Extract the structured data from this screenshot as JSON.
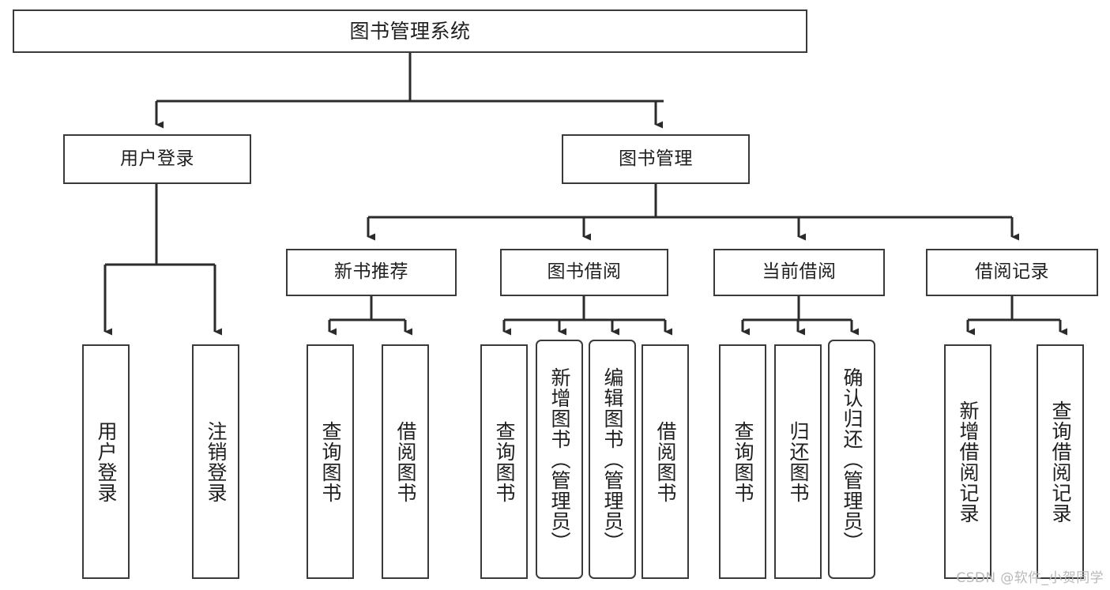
{
  "diagram": {
    "type": "tree",
    "title_node": "图书管理系统",
    "watermark": "CSDN @软件_小贺同学",
    "colors": {
      "box_border": "#3a3a3a",
      "box_fill": "#ffffff",
      "connector": "#2b2b2b",
      "text": "#1f1f1f",
      "watermark": "#b9b9b9",
      "background": "#ffffff"
    },
    "nodes": {
      "root": {
        "label": "图书管理系统"
      },
      "level1": [
        {
          "label": "用户登录"
        },
        {
          "label": "图书管理"
        }
      ],
      "level2": [
        {
          "label": "新书推荐"
        },
        {
          "label": "图书借阅"
        },
        {
          "label": "当前借阅"
        },
        {
          "label": "借阅记录"
        }
      ],
      "leaves": {
        "user_login": [
          {
            "label": "用户登录"
          },
          {
            "label": "注销登录"
          }
        ],
        "new_book_recommend": [
          {
            "label": "查询图书"
          },
          {
            "label": "借阅图书"
          }
        ],
        "book_borrow": [
          {
            "label": "查询图书"
          },
          {
            "label": "新增图书（管理员）"
          },
          {
            "label": "编辑图书（管理员）"
          },
          {
            "label": "借阅图书"
          }
        ],
        "current_borrow": [
          {
            "label": "查询图书"
          },
          {
            "label": "归还图书"
          },
          {
            "label": "确认归还（管理员）"
          }
        ],
        "borrow_record": [
          {
            "label": "新增借阅记录"
          },
          {
            "label": "查询借阅记录"
          }
        ]
      }
    }
  }
}
